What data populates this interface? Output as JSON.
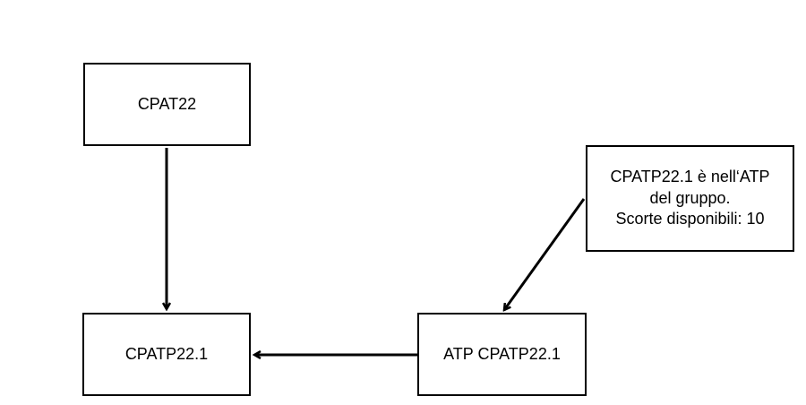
{
  "nodes": {
    "cpat22": {
      "label": "CPAT22"
    },
    "cpatp221": {
      "label": "CPATP22.1"
    },
    "atp": {
      "label": "ATP CPATP22.1"
    },
    "note": {
      "lines": [
        "CPATP22.1 è nell‘ATP",
        "del gruppo.",
        "Scorte disponibili: 10"
      ]
    }
  },
  "edges": [
    {
      "from": "cpat22",
      "to": "cpatp221"
    },
    {
      "from": "atp",
      "to": "cpatp221"
    },
    {
      "from": "note",
      "to": "atp"
    }
  ],
  "colors": {
    "stroke": "#000000",
    "background": "#ffffff"
  }
}
